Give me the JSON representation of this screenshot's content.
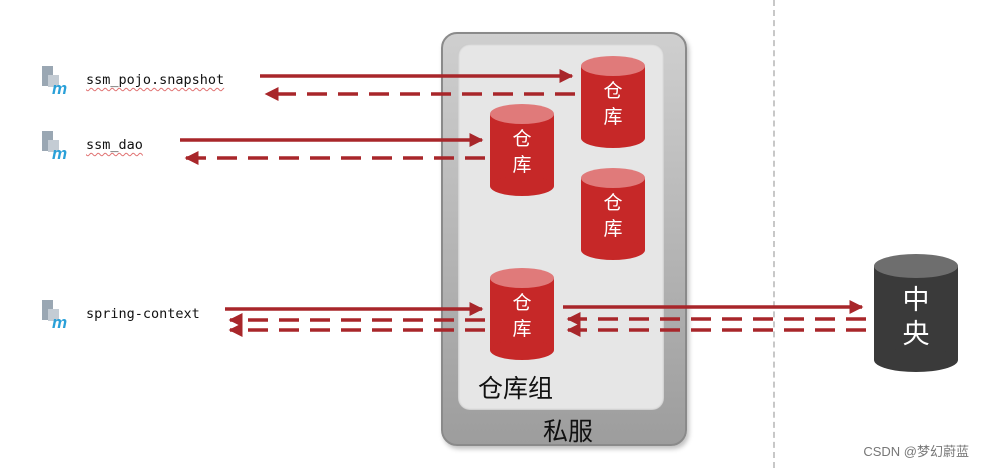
{
  "artifacts": [
    {
      "name": "ssm_pojo.snapshot"
    },
    {
      "name": "ssm_dao"
    },
    {
      "name": "spring-context"
    }
  ],
  "repositories": [
    {
      "label": "仓\n库"
    },
    {
      "label": "仓\n库"
    },
    {
      "label": "仓\n库"
    },
    {
      "label": "仓\n库"
    }
  ],
  "group_label": "仓库组",
  "private_server_label": "私服",
  "central_label": "中\n央",
  "watermark": "CSDN @梦幻蔚蓝",
  "colors": {
    "arrow": "#a8262a",
    "repository": "#c62828",
    "central": "#3a3a3a"
  }
}
